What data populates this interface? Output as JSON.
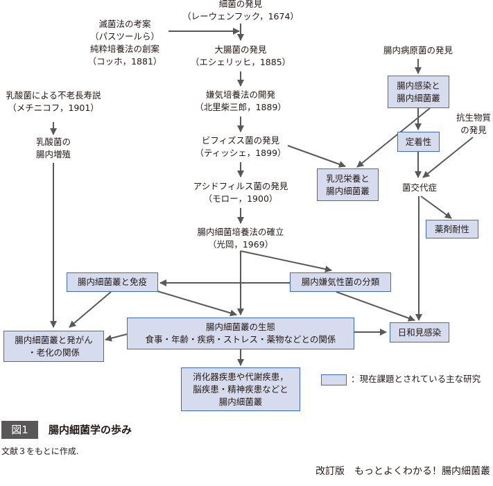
{
  "nodes": {
    "bacteria_discovery": {
      "line1": "細菌の発見",
      "line2": "（レーウェンフック，1674）"
    },
    "sterilization": {
      "line1": "滅菌法の考案",
      "line2": "（パスツールら）",
      "line3": "純粋培養法の創案",
      "line4": "（コッホ，1881）"
    },
    "ecoli": {
      "line1": "大腸菌の発見",
      "line2": "（エシェリッヒ，1885）"
    },
    "anaerobic_culture": {
      "line1": "嫌気培養法の開発",
      "line2": "（北里柴三郎，1889）"
    },
    "bifidus": {
      "line1": "ビフィズス菌の発見",
      "line2": "（ティッシェ，1899）"
    },
    "acidophilus": {
      "line1": "アシドフィルス菌の発見",
      "line2": "（モロー，1900）"
    },
    "culture_established": {
      "line1": "腸内細菌培養法の確立",
      "line2": "（光岡，1969）"
    },
    "metchnikoff": {
      "line1": "乳酸菌による不老長寿説",
      "line2": "（メチニコフ，1901）"
    },
    "lactic_growth": {
      "line1": "乳酸菌の",
      "line2": "腸内増殖"
    },
    "pathogen_discovery": {
      "line1": "腸内病原菌の発見"
    },
    "antibiotics": {
      "line1": "抗生物質",
      "line2": "の発見"
    },
    "substitution": {
      "line1": "菌交代症"
    }
  },
  "boxes": {
    "infection_flora": {
      "line1": "腸内感染と",
      "line2": "腸内細菌叢"
    },
    "colonization": {
      "line1": "定着性"
    },
    "infant_nutrition": {
      "line1": "乳児栄養と",
      "line2": "腸内細菌叢"
    },
    "drug_resistance": {
      "line1": "薬剤耐性"
    },
    "immunity": {
      "line1": "腸内細菌叢と免疫"
    },
    "anaerobe_classification": {
      "line1": "腸内嫌気性菌の分類"
    },
    "cancer_aging": {
      "line1": "腸内細菌叢と発がん",
      "line2": "・老化の関係"
    },
    "ecology": {
      "line1": "腸内細菌叢の生態",
      "line2": "食事・年齢・疾病・ストレス・薬物などとの関係"
    },
    "opportunistic": {
      "line1": "日和見感染"
    },
    "diseases": {
      "line1": "消化器疾患や代謝疾患，",
      "line2": "脳疾患・精神疾患などと",
      "line3": "腸内細菌叢"
    }
  },
  "legend": {
    "text": "：現在課題とされている主な研究"
  },
  "caption": {
    "badge": "図1",
    "title": "腸内細菌学の歩み",
    "note": "文献３をもとに作成."
  },
  "book_title": "改訂版　もっとよくわかる！腸内細菌叢",
  "colors": {
    "box_fill": "#d6dcee",
    "box_border": "#3f6bb0",
    "arrow": "#595757",
    "badge": "#595757"
  }
}
